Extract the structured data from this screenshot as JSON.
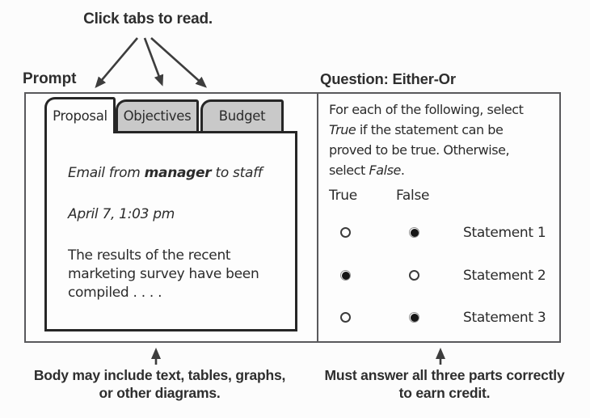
{
  "annotations": {
    "click_tabs": "Click tabs to read.",
    "body_note_lines": [
      "Body may include text, tables, graphs,",
      "or other diagrams."
    ],
    "answer_note_lines": [
      "Must answer all three parts correctly",
      "to earn credit."
    ]
  },
  "prompt_panel": {
    "label": "Prompt",
    "tabs": [
      {
        "label": "Proposal",
        "active": true
      },
      {
        "label": "Objectives",
        "active": false
      },
      {
        "label": "Budget",
        "active": false
      }
    ],
    "content": {
      "from_line": [
        [
          {
            "t": "Email from ",
            "i": true
          },
          {
            "t": "manager",
            "i": true,
            "b": true
          },
          {
            "t": " to staff",
            "i": true
          }
        ]
      ],
      "date_line": [
        [
          {
            "t": "April 7, 1:03 pm",
            "i": true
          }
        ]
      ],
      "body_lines": [
        "The results of the recent",
        "marketing survey have been",
        "compiled . . . ."
      ]
    }
  },
  "question_panel": {
    "label": "Question: Either-Or",
    "instruction_lines": [
      [
        {
          "t": "For each of the following, select"
        }
      ],
      [
        {
          "t": "True",
          "i": true
        },
        {
          "t": " if the statement can be"
        }
      ],
      [
        {
          "t": "proved to be true. Otherwise,"
        }
      ],
      [
        {
          "t": "select "
        },
        {
          "t": "False",
          "i": true
        },
        {
          "t": "."
        }
      ]
    ],
    "columns": {
      "true_label": "True",
      "false_label": "False"
    },
    "statements": [
      {
        "label": "Statement 1",
        "true_on": false,
        "false_on": true
      },
      {
        "label": "Statement 2",
        "true_on": true,
        "false_on": false
      },
      {
        "label": "Statement 3",
        "true_on": false,
        "false_on": true
      }
    ]
  },
  "colors": {
    "tab_inactive_fill": "#c9c9c9",
    "thick_border": "#262626",
    "outer_border": "#59595c",
    "arrow": "#3d3d3d",
    "text": "#2b2b2b",
    "radio_dot": "#161616"
  }
}
